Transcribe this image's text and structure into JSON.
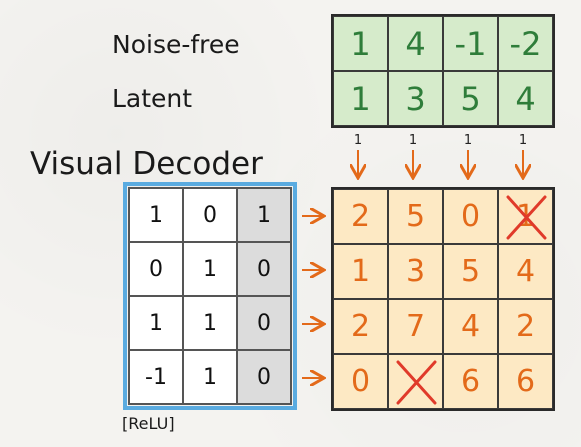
{
  "labels": {
    "noise_free": "Noise-free",
    "latent": "Latent",
    "visual_decoder": "Visual Decoder",
    "relu": "[ReLU]"
  },
  "latent_rows": [
    [
      "1",
      "4",
      "-1",
      "-2"
    ],
    [
      "1",
      "3",
      "5",
      "4"
    ]
  ],
  "weights": [
    "1",
    "1",
    "1",
    "1"
  ],
  "decoder_matrix": [
    [
      "1",
      "0",
      "1"
    ],
    [
      "0",
      "1",
      "0"
    ],
    [
      "1",
      "1",
      "0"
    ],
    [
      "-1",
      "1",
      "0"
    ]
  ],
  "output_rows": [
    [
      "2",
      "5",
      "0",
      "1"
    ],
    [
      "1",
      "3",
      "5",
      "4"
    ],
    [
      "2",
      "7",
      "4",
      "2"
    ],
    [
      "0",
      "",
      "6",
      "6"
    ]
  ],
  "crossed_cells": [
    "0-3",
    "3-1"
  ],
  "colors": {
    "latent_fill": "#d6ebcb",
    "latent_text": "#2f7d3a",
    "output_fill": "#fde9c4",
    "output_text": "#e36a1a",
    "decoder_border": "#5aabe0",
    "cross": "#e03a2a"
  }
}
